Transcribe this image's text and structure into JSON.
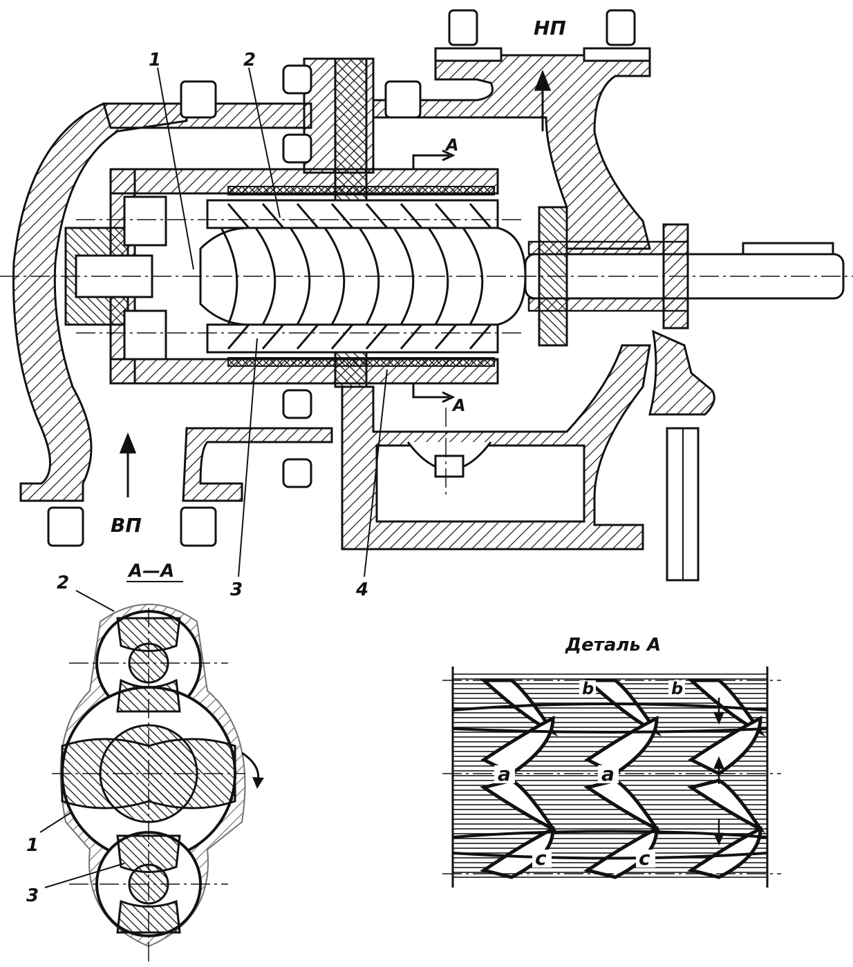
{
  "main_view": {
    "discharge_label": "НП",
    "suction_label": "ВП",
    "section_mark_top": "A",
    "section_mark_bottom": "A",
    "callouts": [
      "1",
      "2",
      "3",
      "4"
    ]
  },
  "section_view": {
    "title": "A—A",
    "callouts": [
      "2",
      "1",
      "3"
    ]
  },
  "detail_view": {
    "title": "Деталь A",
    "chambers": [
      "b",
      "b",
      "a",
      "a",
      "c",
      "c"
    ]
  },
  "colors": {
    "ink": "#111111",
    "paper": "#ffffff"
  }
}
